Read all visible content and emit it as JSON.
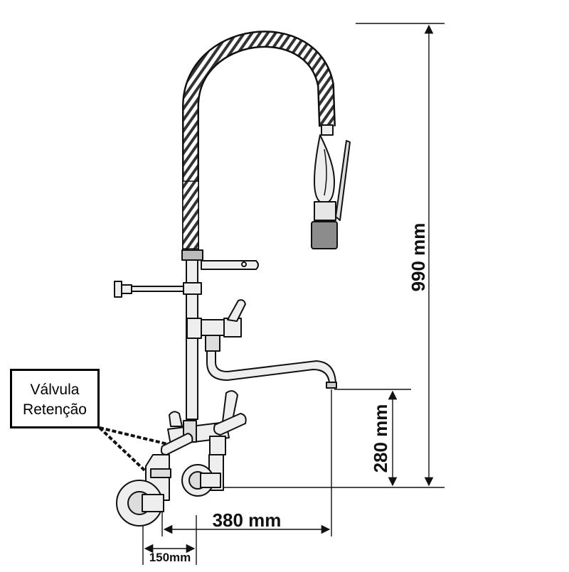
{
  "callout": {
    "line1": "Válvula",
    "line2": "Retenção"
  },
  "dimensions": {
    "total_height": "990 mm",
    "spout_height": "280 mm",
    "reach": "380 mm",
    "inlet_spacing": "150mm"
  },
  "colors": {
    "ink": "#111111",
    "metal": "#eeeeee",
    "shade": "#bbbbbb",
    "nozzle": "#8c8c8c"
  }
}
